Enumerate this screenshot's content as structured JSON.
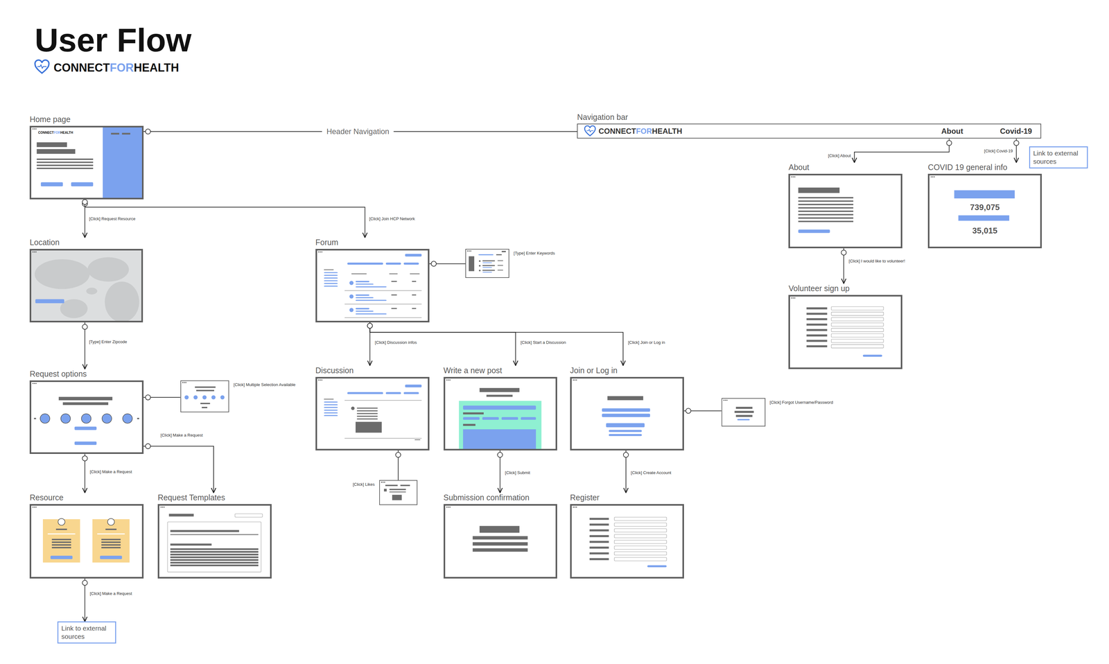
{
  "diagram": {
    "title": "User Flow",
    "nodes": [
      {
        "text": [
          "Home page"
        ]
      },
      {
        "text": [
          "Navigation bar",
          "CONNECTFORHEALTH",
          "About",
          "Covid-19"
        ]
      },
      {
        "text": [
          "About"
        ]
      },
      {
        "text": [
          "COVID 19 general info",
          "739,075",
          "35,015"
        ]
      },
      {
        "text": [
          "Link to external sources"
        ]
      },
      {
        "text": [
          "Volunteer sign up"
        ]
      },
      {
        "text": [
          "Location"
        ]
      },
      {
        "text": [
          "Forum"
        ]
      },
      {
        "text": [
          "[Type] Enter Keywords"
        ]
      },
      {
        "text": [
          "Request options"
        ]
      },
      {
        "text": [
          "[Click] Multiple Selection Available"
        ]
      },
      {
        "text": [
          "Discussion"
        ]
      },
      {
        "text": [
          "Write a new post"
        ]
      },
      {
        "text": [
          "Join or Log in"
        ]
      },
      {
        "text": [
          "[Click] Forgot Username/Password"
        ]
      },
      {
        "text": [
          "[Click] Likes"
        ]
      },
      {
        "text": [
          "Resource"
        ]
      },
      {
        "text": [
          "Request Templates"
        ]
      },
      {
        "text": [
          "Submission confirmation"
        ]
      },
      {
        "text": [
          "Register"
        ]
      },
      {
        "text": [
          "Link to external sources"
        ]
      }
    ],
    "edges": [
      {
        "from": 0,
        "to": 1,
        "arrow": "none",
        "label": "Header Navigation"
      },
      {
        "from": 1,
        "to": 2,
        "arrow": "to",
        "label": "[Click] About"
      },
      {
        "from": 1,
        "to": 3,
        "arrow": "to",
        "label": "[Click] Covid-19"
      },
      {
        "from": 2,
        "to": 5,
        "arrow": "to",
        "label": "[Click] I would like to volunteer!"
      },
      {
        "from": 0,
        "to": 6,
        "arrow": "to",
        "label": "[Click] Request Resource"
      },
      {
        "from": 0,
        "to": 7,
        "arrow": "to",
        "label": "[Click] Join HCP Network"
      },
      {
        "from": 6,
        "to": 9,
        "arrow": "to",
        "label": "[Type] Enter Zipcode"
      },
      {
        "from": 7,
        "to": 8,
        "arrow": "none"
      },
      {
        "from": 7,
        "to": 11,
        "arrow": "to",
        "label": "[Click] Discussion infos"
      },
      {
        "from": 7,
        "to": 12,
        "arrow": "to",
        "label": "[Click] Start a Discussion"
      },
      {
        "from": 7,
        "to": 13,
        "arrow": "to",
        "label": "[Click] Join or Log in"
      },
      {
        "from": 9,
        "to": 10,
        "arrow": "none"
      },
      {
        "from": 9,
        "to": 17,
        "arrow": "to",
        "label": "[Click] Make a Request"
      },
      {
        "from": 9,
        "to": 16,
        "arrow": "to",
        "label": "[Click] Make a Request"
      },
      {
        "from": 11,
        "to": 15,
        "arrow": "none"
      },
      {
        "from": 12,
        "to": 18,
        "arrow": "to",
        "label": "[Click] Submit"
      },
      {
        "from": 13,
        "to": 14,
        "arrow": "none"
      },
      {
        "from": 13,
        "to": 19,
        "arrow": "to",
        "label": "[Click] Create Account"
      },
      {
        "from": 16,
        "to": 20,
        "arrow": "to",
        "label": "[Click] Make a Request"
      }
    ],
    "labels": [
      "CONNECTFORHEALTH",
      "CONNECTFORHEALTH"
    ]
  }
}
